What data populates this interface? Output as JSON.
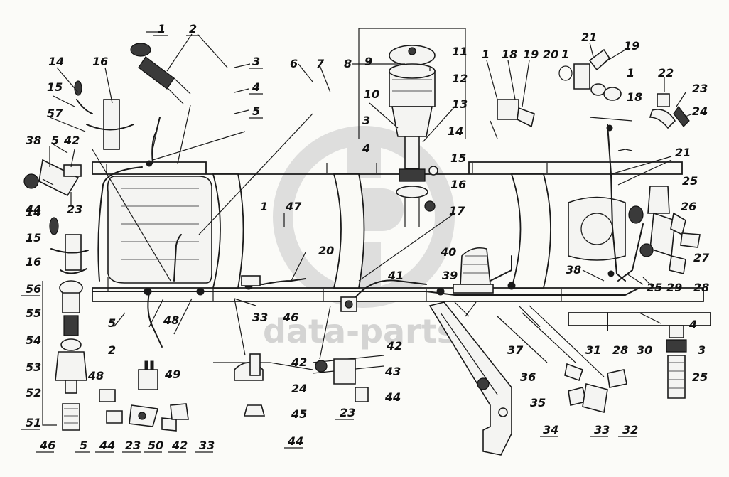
{
  "diagram": {
    "watermark": {
      "text": "data-parts",
      "logo_icon": "dp-logo-icon"
    },
    "callouts": [
      {
        "id": "c1",
        "text": "1"
      },
      {
        "id": "c2",
        "text": "2"
      },
      {
        "id": "c3",
        "text": "3"
      },
      {
        "id": "c4",
        "text": "4"
      },
      {
        "id": "c5",
        "text": "5"
      },
      {
        "id": "c6",
        "text": "6"
      },
      {
        "id": "c7",
        "text": "7"
      },
      {
        "id": "c8",
        "text": "8"
      },
      {
        "id": "c9",
        "text": "9"
      },
      {
        "id": "c11",
        "text": "11"
      },
      {
        "id": "c12",
        "text": "12"
      },
      {
        "id": "c10",
        "text": "10"
      },
      {
        "id": "c13",
        "text": "13"
      },
      {
        "id": "c3b",
        "text": "3"
      },
      {
        "id": "c14b",
        "text": "14"
      },
      {
        "id": "c4b",
        "text": "4"
      },
      {
        "id": "c15b",
        "text": "15"
      },
      {
        "id": "c16b",
        "text": "16"
      },
      {
        "id": "c17",
        "text": "17"
      },
      {
        "id": "c14",
        "text": "14"
      },
      {
        "id": "c16",
        "text": "16"
      },
      {
        "id": "c15",
        "text": "15"
      },
      {
        "id": "c57",
        "text": "57"
      },
      {
        "id": "c38",
        "text": "38"
      },
      {
        "id": "c5b",
        "text": "5"
      },
      {
        "id": "c42",
        "text": "42"
      },
      {
        "id": "c44",
        "text": "44"
      },
      {
        "id": "c23",
        "text": "23"
      },
      {
        "id": "c14c",
        "text": "14"
      },
      {
        "id": "c15c",
        "text": "15"
      },
      {
        "id": "c16c",
        "text": "16"
      },
      {
        "id": "c56",
        "text": "56"
      },
      {
        "id": "c55",
        "text": "55"
      },
      {
        "id": "c54",
        "text": "54"
      },
      {
        "id": "c53",
        "text": "53"
      },
      {
        "id": "c52",
        "text": "52"
      },
      {
        "id": "c51",
        "text": "51"
      },
      {
        "id": "c46",
        "text": "46"
      },
      {
        "id": "c1b",
        "text": "1"
      },
      {
        "id": "c47",
        "text": "47"
      },
      {
        "id": "c20",
        "text": "20"
      },
      {
        "id": "c5c",
        "text": "5"
      },
      {
        "id": "c2b",
        "text": "2"
      },
      {
        "id": "c48",
        "text": "48"
      },
      {
        "id": "c33",
        "text": "33"
      },
      {
        "id": "c46b",
        "text": "46"
      },
      {
        "id": "c48b",
        "text": "48"
      },
      {
        "id": "c49",
        "text": "49"
      },
      {
        "id": "c5d",
        "text": "5"
      },
      {
        "id": "c44b",
        "text": "44"
      },
      {
        "id": "c23b",
        "text": "23"
      },
      {
        "id": "c50",
        "text": "50"
      },
      {
        "id": "c42b",
        "text": "42"
      },
      {
        "id": "c33b",
        "text": "33"
      },
      {
        "id": "c42c",
        "text": "42"
      },
      {
        "id": "c24",
        "text": "24"
      },
      {
        "id": "c45",
        "text": "45"
      },
      {
        "id": "c44c",
        "text": "44"
      },
      {
        "id": "c42d",
        "text": "42"
      },
      {
        "id": "c43",
        "text": "43"
      },
      {
        "id": "c23c",
        "text": "23"
      },
      {
        "id": "c44d",
        "text": "44"
      },
      {
        "id": "c40",
        "text": "40"
      },
      {
        "id": "c41",
        "text": "41"
      },
      {
        "id": "c39",
        "text": "39"
      },
      {
        "id": "c1c",
        "text": "1"
      },
      {
        "id": "c18",
        "text": "18"
      },
      {
        "id": "c19",
        "text": "19"
      },
      {
        "id": "c20b",
        "text": "20"
      },
      {
        "id": "c21",
        "text": "21"
      },
      {
        "id": "c19b",
        "text": "19"
      },
      {
        "id": "c1d",
        "text": "1"
      },
      {
        "id": "c1e",
        "text": "1"
      },
      {
        "id": "c18b",
        "text": "18"
      },
      {
        "id": "c22",
        "text": "22"
      },
      {
        "id": "c23d",
        "text": "23"
      },
      {
        "id": "c24b",
        "text": "24"
      },
      {
        "id": "c21b",
        "text": "21"
      },
      {
        "id": "c25",
        "text": "25"
      },
      {
        "id": "c26",
        "text": "26"
      },
      {
        "id": "c27",
        "text": "27"
      },
      {
        "id": "c29",
        "text": "29"
      },
      {
        "id": "c28",
        "text": "28"
      },
      {
        "id": "c25b",
        "text": "25"
      },
      {
        "id": "c38b",
        "text": "38"
      },
      {
        "id": "c28b",
        "text": "28"
      },
      {
        "id": "c30",
        "text": "30"
      },
      {
        "id": "c4c",
        "text": "4"
      },
      {
        "id": "c3c",
        "text": "3"
      },
      {
        "id": "c25c",
        "text": "25"
      },
      {
        "id": "c37",
        "text": "37"
      },
      {
        "id": "c36",
        "text": "36"
      },
      {
        "id": "c35",
        "text": "35"
      },
      {
        "id": "c34",
        "text": "34"
      },
      {
        "id": "c31",
        "text": "31"
      },
      {
        "id": "c33c",
        "text": "33"
      },
      {
        "id": "c32",
        "text": "32"
      }
    ]
  }
}
